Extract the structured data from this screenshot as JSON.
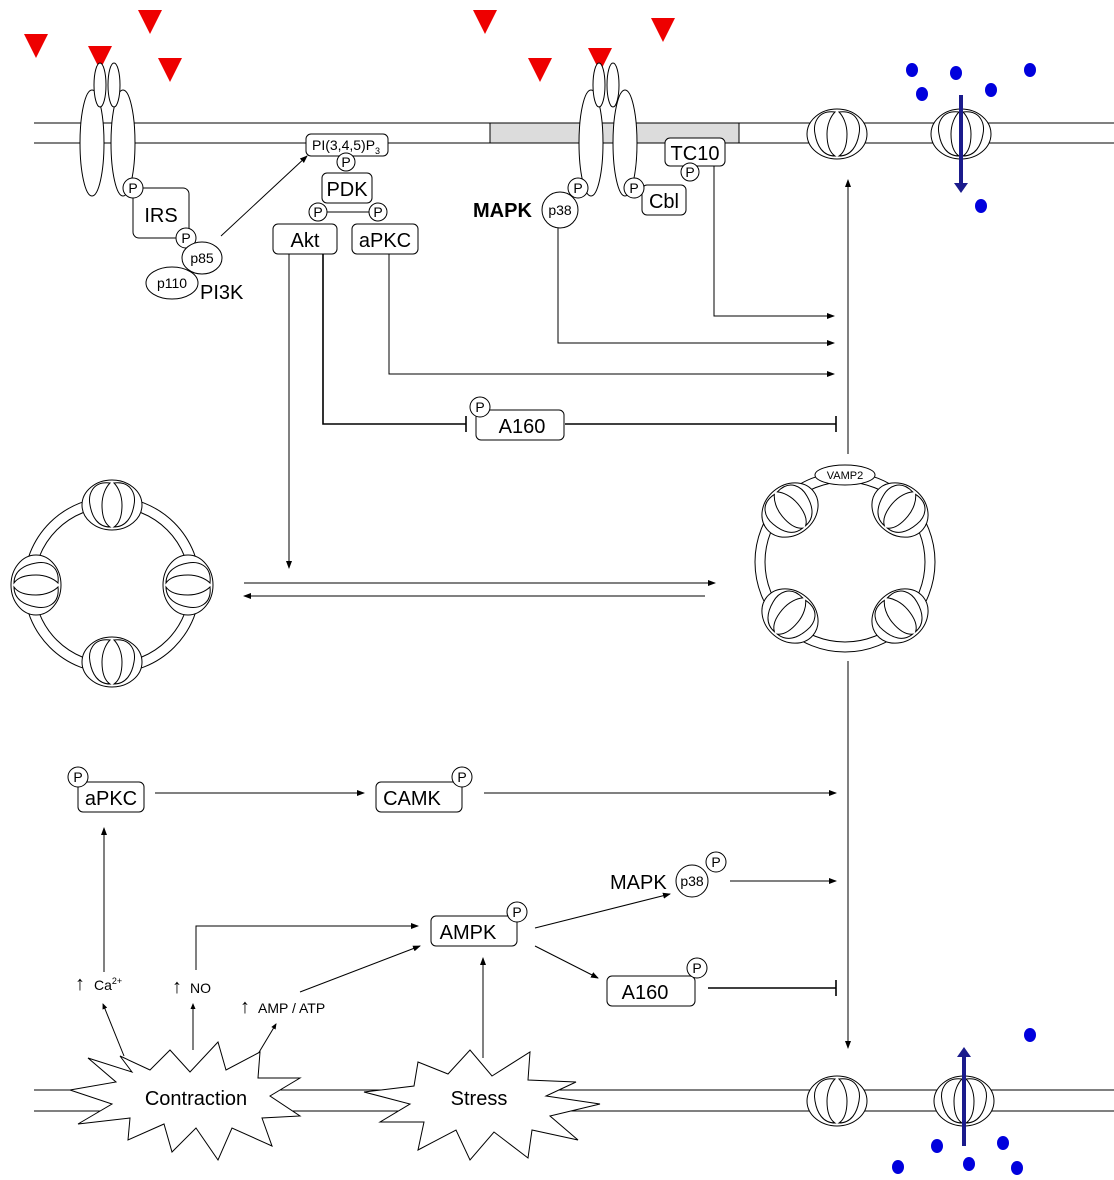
{
  "colors": {
    "insulin_marker": "#ee0000",
    "glucose": "#0000dd",
    "glucose_arrow": "#1b1b8c",
    "lipid_raft": "#dcdcdc",
    "line": "#000000"
  },
  "insulin_pathway": {
    "pip3": "PI(3,4,5)P",
    "pip3_sub": "3",
    "pdk": "PDK",
    "akt": "Akt",
    "apkc": "aPKC",
    "irs": "IRS",
    "pi3k": "PI3K",
    "p85": "p85",
    "p110": "p110",
    "mapk": "MAPK",
    "p38": "p38",
    "cbl": "Cbl",
    "tc10": "TC10",
    "a160": "A160",
    "phospho": "P"
  },
  "vesicle": {
    "vamp2": "VAMP2"
  },
  "contraction_pathway": {
    "apkc": "aPKC",
    "camk": "CAMK",
    "ampk": "AMPK",
    "mapk": "MAPK",
    "p38": "p38",
    "a160": "A160",
    "ca": "Ca",
    "ca_sup": "2+",
    "no": "NO",
    "amp_atp": "AMP / ATP",
    "up_arrow": "↑",
    "contraction": "Contraction",
    "stress": "Stress",
    "phospho": "P"
  }
}
